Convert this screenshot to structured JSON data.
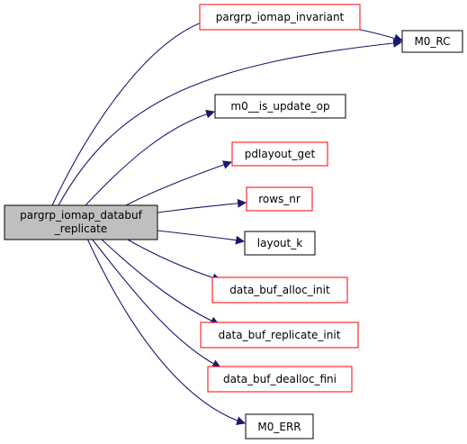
{
  "colors": {
    "edge": "#191970",
    "root_fill": "#bfbfbf",
    "border_black": "#000000",
    "border_red": "#ff0000",
    "node_fill": "#ffffff"
  },
  "nodes": {
    "root": {
      "line1": "pargrp_iomap_databuf",
      "line2": "_replicate"
    },
    "pargrp_iomap_invariant": {
      "label": "pargrp_iomap_invariant"
    },
    "m0_rc": {
      "label": "M0_RC"
    },
    "m0_is_update_op": {
      "label": "m0__is_update_op"
    },
    "pdlayout_get": {
      "label": "pdlayout_get"
    },
    "rows_nr": {
      "label": "rows_nr"
    },
    "layout_k": {
      "label": "layout_k"
    },
    "data_buf_alloc_init": {
      "label": "data_buf_alloc_init"
    },
    "data_buf_replicate_init": {
      "label": "data_buf_replicate_init"
    },
    "data_buf_dealloc_fini": {
      "label": "data_buf_dealloc_fini"
    },
    "m0_err": {
      "label": "M0_ERR"
    }
  }
}
